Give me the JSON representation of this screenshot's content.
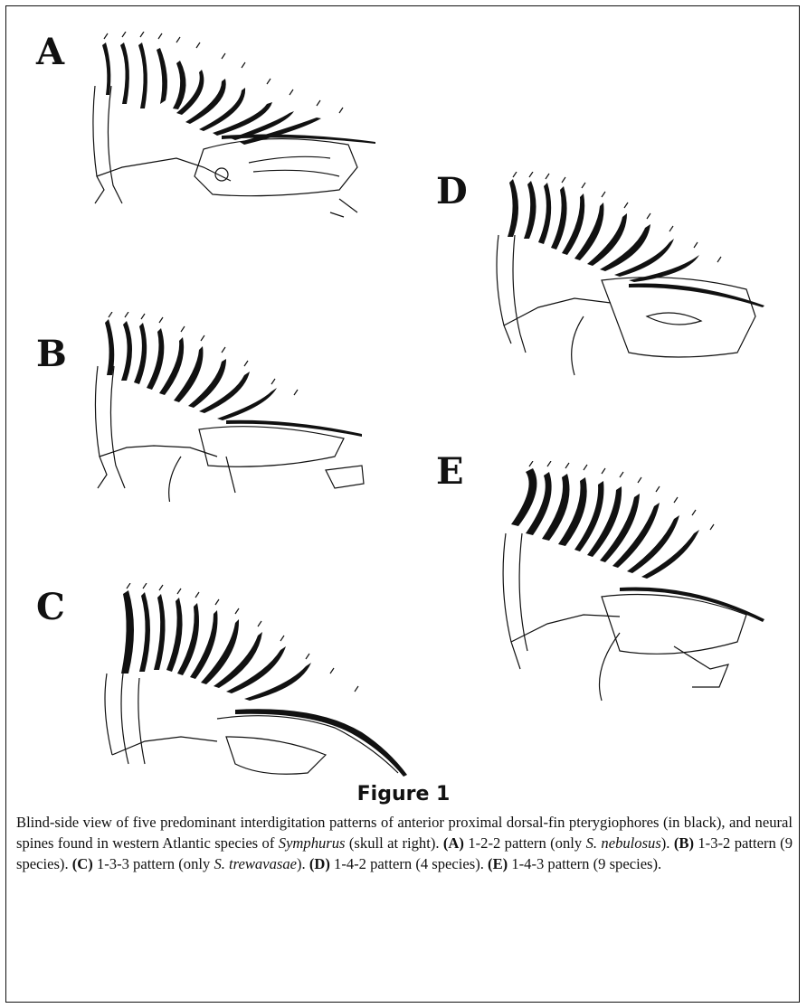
{
  "panels": [
    {
      "label": "A"
    },
    {
      "label": "B"
    },
    {
      "label": "C"
    },
    {
      "label": "D"
    },
    {
      "label": "E"
    }
  ],
  "caption": {
    "title": "Figure 1",
    "p1": "Blind-side view of five predominant interdigitation patterns of anterior proximal dorsal-fin pterygiophores (in black), and neural spines found in western Atlantic species of ",
    "genus": "Symphurus",
    "p2": " (skull at right). ",
    "a_label": "(A)",
    "a_text": " 1-2-2 pattern (only ",
    "a_species": "S. nebulosus",
    "a_end": "). ",
    "b_label": "(B)",
    "b_text": " 1-3-2 pattern (9 species). ",
    "c_label": "(C)",
    "c_text": " 1-3-3 pattern (only ",
    "c_species": "S. trewavasae",
    "c_end": "). ",
    "d_label": "(D)",
    "d_text": " 1-4-2 pattern (4 species). ",
    "e_label": "(E)",
    "e_text": " 1-4-3 pattern (9 species)."
  },
  "colors": {
    "ink": "#111111",
    "background": "#ffffff"
  }
}
